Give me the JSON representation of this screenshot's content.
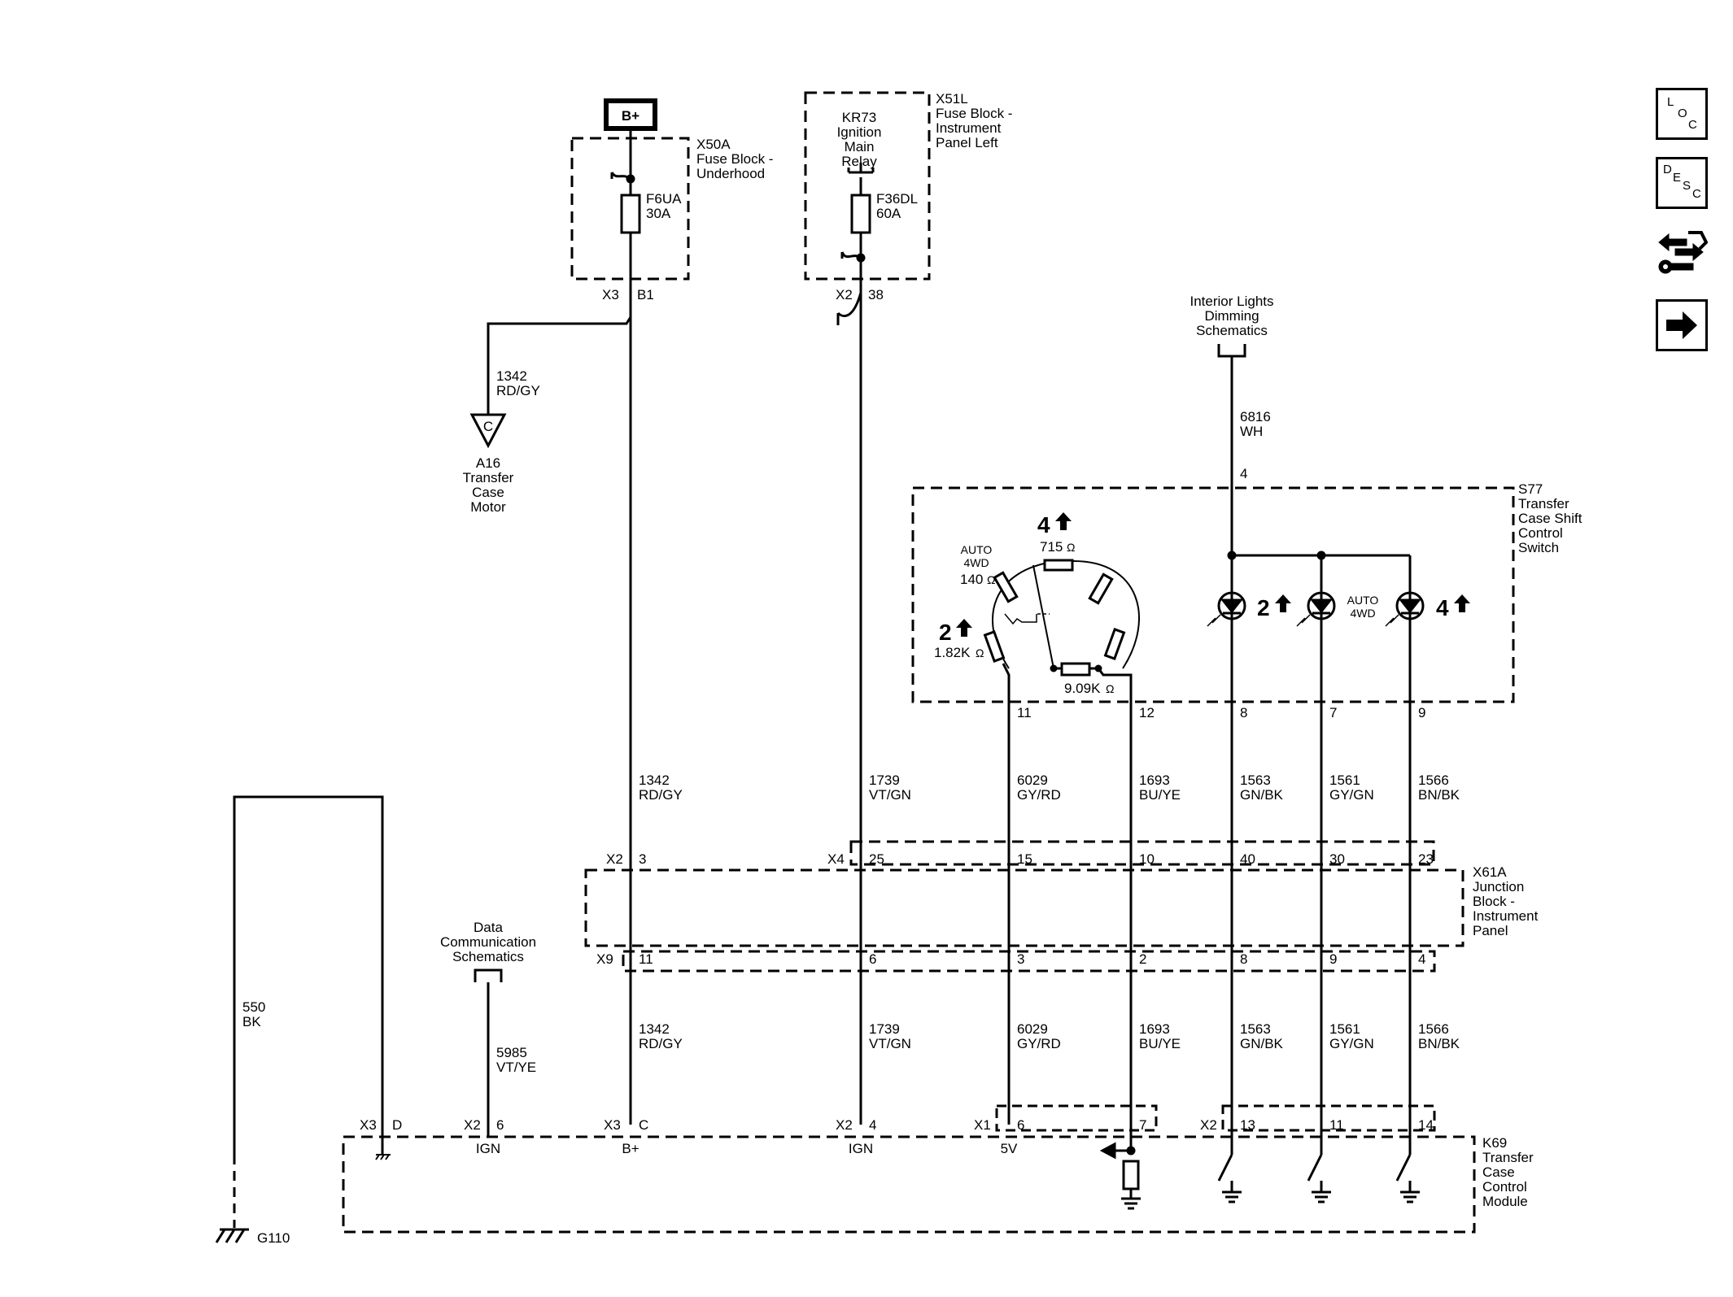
{
  "power": {
    "battery": "B+"
  },
  "fuse_block_underhood": {
    "ref": "X50A",
    "name_1": "Fuse Block -",
    "name_2": "Underhood",
    "fuse_ref": "F6UA",
    "fuse_rating": "30A",
    "conn": "X3",
    "pin": "B1"
  },
  "fuse_block_ip_left": {
    "ref": "X51L",
    "name_1": "Fuse Block -",
    "name_2": "Instrument",
    "name_3": "Panel Left",
    "relay_1": "KR73",
    "relay_2": "Ignition",
    "relay_3": "Main",
    "relay_4": "Relay",
    "fuse_ref": "F36DL",
    "fuse_rating": "60A",
    "conn": "X2",
    "pin": "38"
  },
  "motor": {
    "wire_1": "1342",
    "wire_2": "RD/GY",
    "symbol": "C",
    "name_1": "A16",
    "name_2": "Transfer",
    "name_3": "Case",
    "name_4": "Motor"
  },
  "interior_lights": {
    "line_1": "Interior Lights",
    "line_2": "Dimming",
    "line_3": "Schematics",
    "wire_1": "6816",
    "wire_2": "WH",
    "pin": "4"
  },
  "switch": {
    "name_1": "S77",
    "name_2": "Transfer",
    "name_3": "Case Shift",
    "name_4": "Control",
    "name_5": "Switch",
    "auto_1": "AUTO",
    "auto_2": "4WD",
    "res_auto": "140",
    "res_4h": "715",
    "res_2h": "1.82K",
    "res_sense": "9.09K",
    "ohm": "Ω",
    "hi4": "4",
    "hi2": "2",
    "led_auto_1": "AUTO",
    "led_auto_2": "4WD",
    "pins": [
      "11",
      "12",
      "8",
      "7",
      "9"
    ]
  },
  "mid_wires": [
    {
      "num": "1342",
      "color": "RD/GY"
    },
    {
      "num": "1739",
      "color": "VT/GN"
    },
    {
      "num": "6029",
      "color": "GY/RD"
    },
    {
      "num": "1693",
      "color": "BU/YE"
    },
    {
      "num": "1563",
      "color": "GN/BK"
    },
    {
      "num": "1561",
      "color": "GY/GN"
    },
    {
      "num": "1566",
      "color": "BN/BK"
    }
  ],
  "junction_block": {
    "name_1": "X61A",
    "name_2": "Junction",
    "name_3": "Block -",
    "name_4": "Instrument",
    "name_5": "Panel",
    "top_x2": "X2",
    "top_x2_pin": "3",
    "top_x4": "X4",
    "top_pins": [
      "25",
      "15",
      "10",
      "40",
      "30",
      "23"
    ],
    "bottom_x9": "X9",
    "bottom_pins": [
      "11",
      "6",
      "3",
      "2",
      "8",
      "9",
      "4"
    ]
  },
  "data_comm": {
    "line_1": "Data",
    "line_2": "Communication",
    "line_3": "Schematics",
    "wire_1": "5985",
    "wire_2": "VT/YE"
  },
  "ground_wire": {
    "num": "550",
    "color": "BK",
    "ground_ref": "G110"
  },
  "module": {
    "name_1": "K69",
    "name_2": "Transfer",
    "name_3": "Case",
    "name_4": "Control",
    "name_5": "Module",
    "c_x3": "X3",
    "p_d": "D",
    "c_x2a": "X2",
    "p_6": "6",
    "f_ign": "IGN",
    "c_x3b": "X3",
    "p_c": "C",
    "f_bplus": "B+",
    "c_x2b": "X2",
    "p_4": "4",
    "f_ign2": "IGN",
    "c_x1": "X1",
    "p_x1_6": "6",
    "f_5v": "5V",
    "p_7": "7",
    "c_x2c": "X2",
    "p_13": "13",
    "p_11": "11",
    "p_14": "14"
  },
  "nav": {
    "loc_l": "L",
    "loc_o": "O",
    "loc_c": "C",
    "desc_d": "D",
    "desc_e": "E",
    "desc_s": "S",
    "desc_c": "C"
  }
}
